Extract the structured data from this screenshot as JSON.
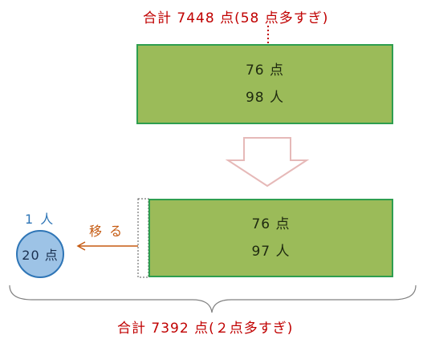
{
  "top_total": "合計 7448 点(58 点多すぎ)",
  "box_before": {
    "points": "76 点",
    "people": "98 人"
  },
  "box_after": {
    "points": "76 点",
    "people": "97 人"
  },
  "moved_person": {
    "count": "1 人",
    "points": "20 点"
  },
  "move_label": "移 る",
  "bottom_total": "合計 7392 点(２点多すぎ)",
  "colors": {
    "total_text": "#c00000",
    "box_fill": "#9bbb59",
    "box_border": "#2e9e4f",
    "circle_fill": "#9dc3e6",
    "circle_border": "#2e75b6",
    "move_arrow": "#c55a11",
    "down_arrow": "#e6b9b8",
    "brace": "#808080"
  }
}
